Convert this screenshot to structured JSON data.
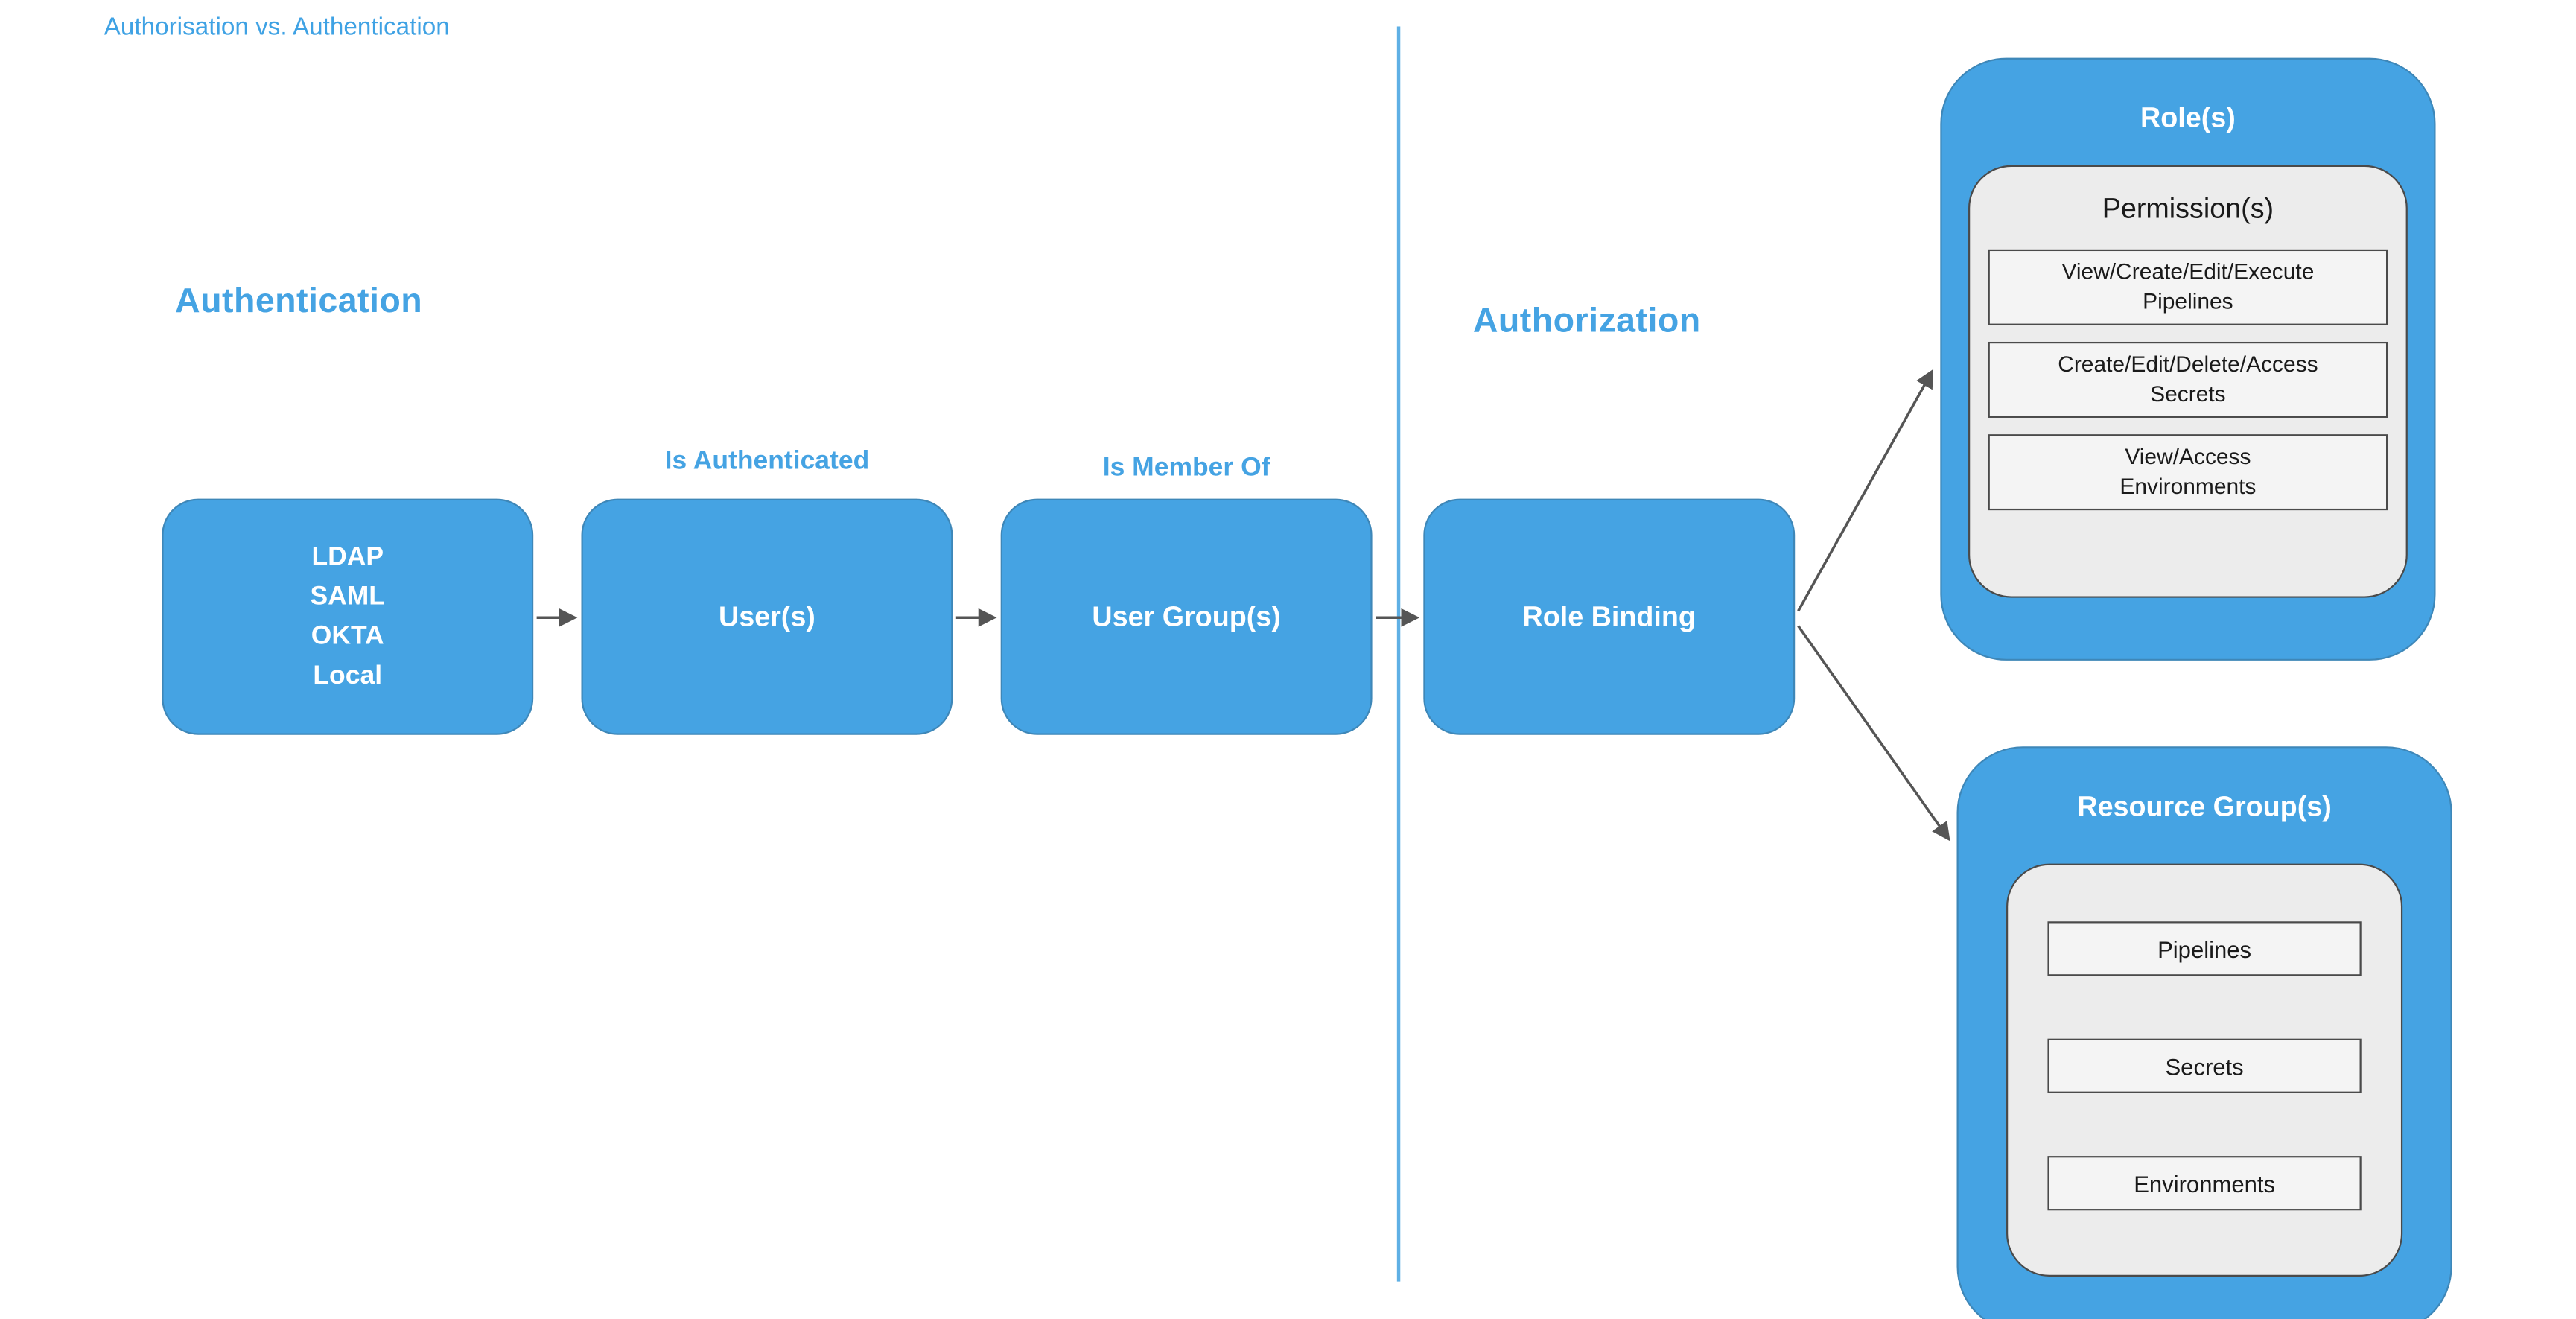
{
  "page": {
    "title": "Authorisation vs. Authentication"
  },
  "sections": {
    "authentication": "Authentication",
    "authorization": "Authorization"
  },
  "flow": {
    "identity_box": {
      "lines": [
        "LDAP",
        "SAML",
        "OKTA",
        "Local"
      ]
    },
    "users_box": {
      "label": "User(s)",
      "annotation": "Is Authenticated"
    },
    "user_groups_box": {
      "label": "User Group(s)",
      "annotation": "Is Member Of"
    },
    "role_binding_box": {
      "label": "Role Binding"
    }
  },
  "roles": {
    "title": "Role(s)",
    "permissions_title": "Permission(s)",
    "permissions": [
      "View/Create/Edit/Execute Pipelines",
      "Create/Edit/Delete/Access Secrets",
      "View/Access Environments"
    ]
  },
  "resource_groups": {
    "title": "Resource Group(s)",
    "resources": [
      "Pipelines",
      "Secrets",
      "Environments"
    ]
  },
  "colors": {
    "accent_blue": "#45A3E3",
    "divider_blue": "#5FB0E5",
    "box_border": "#3E87B8",
    "inner_gray": "#ECECEC",
    "box_fill_light": "#F4F4F4",
    "arrow_gray": "#555555"
  }
}
